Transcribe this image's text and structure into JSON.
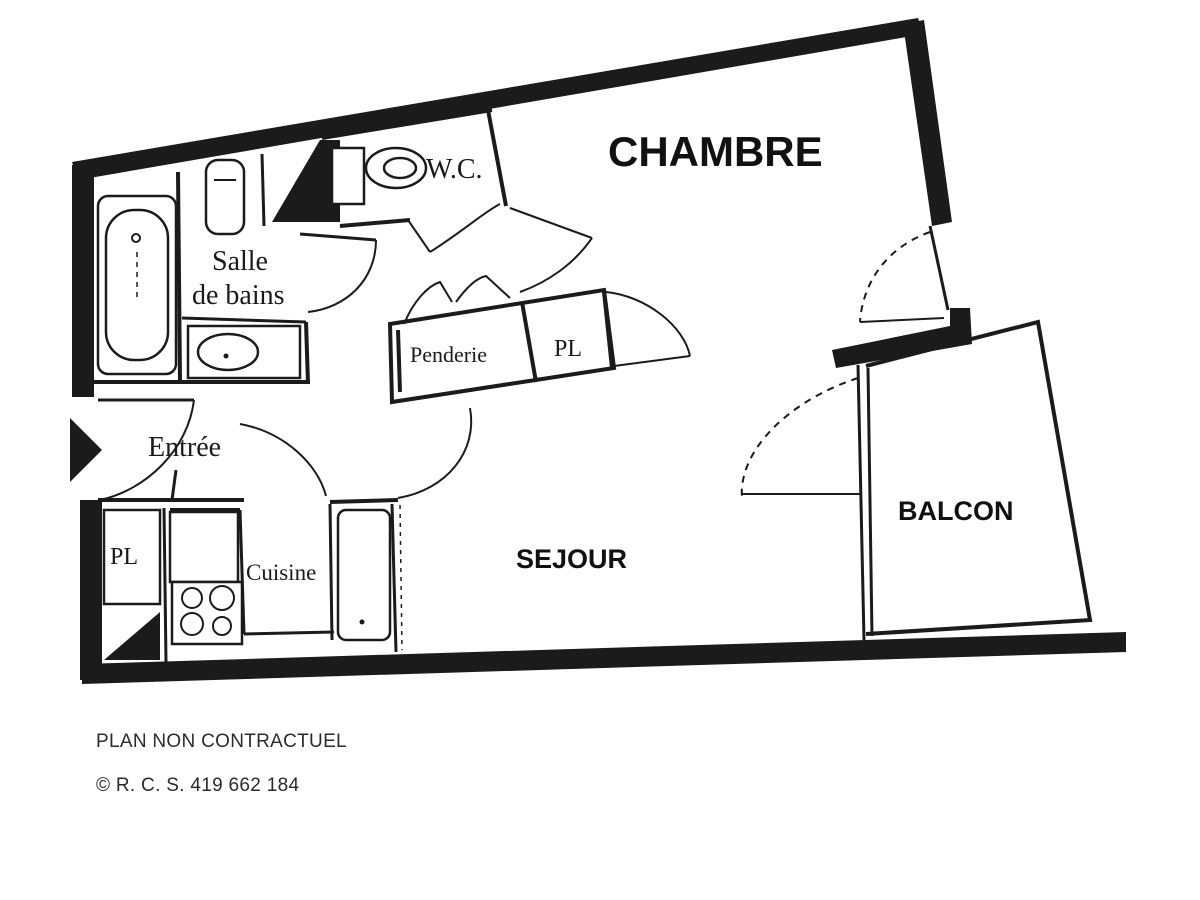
{
  "plan": {
    "rooms": {
      "chambre": "CHAMBRE",
      "wc": "W.C.",
      "salle_line1": "Salle",
      "salle_line2": "de bains",
      "penderie": "Penderie",
      "pl_top": "PL",
      "entree": "Entrée",
      "pl_left": "PL",
      "cuisine": "Cuisine",
      "sejour": "SEJOUR",
      "balcon": "BALCON"
    }
  },
  "footer": {
    "disclaimer": "PLAN NON CONTRACTUEL",
    "rcs": "© R. C. S. 419 662 184"
  }
}
